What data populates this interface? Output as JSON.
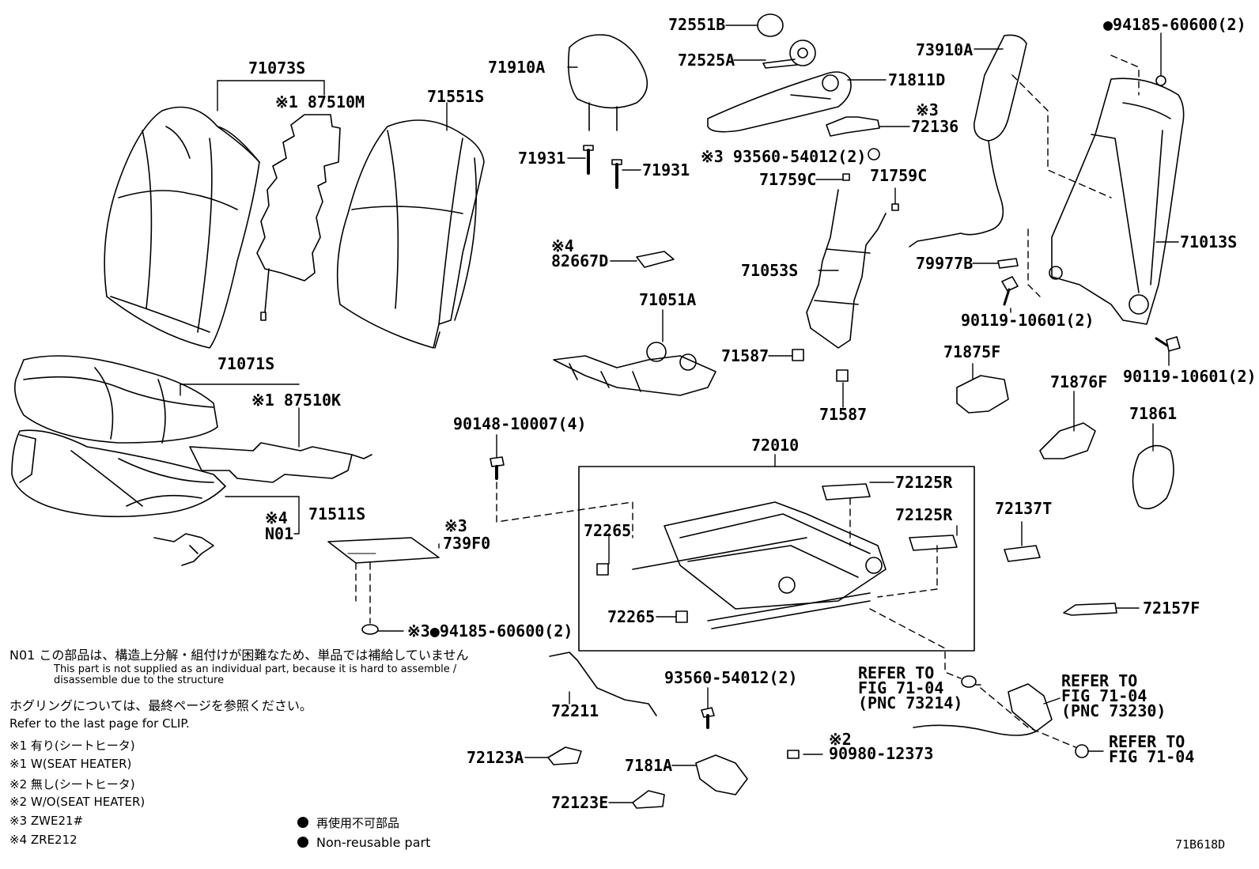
{
  "parts": [
    {
      "id": "p-71073S",
      "text": "71073S"
    },
    {
      "id": "p-87510M",
      "text": "※1 87510M"
    },
    {
      "id": "p-71551S",
      "text": "71551S"
    },
    {
      "id": "p-71910A",
      "text": "71910A"
    },
    {
      "id": "p-72551B",
      "text": "72551B"
    },
    {
      "id": "p-72525A",
      "text": "72525A"
    },
    {
      "id": "p-71811D",
      "text": "71811D"
    },
    {
      "id": "p-73910A",
      "text": "73910A"
    },
    {
      "id": "p-94185-top",
      "text": "●94185-60600(2)"
    },
    {
      "id": "p-71931-a",
      "text": "71931"
    },
    {
      "id": "p-71931-b",
      "text": "71931"
    },
    {
      "id": "p-72136-note",
      "text": "※3"
    },
    {
      "id": "p-72136",
      "text": "72136"
    },
    {
      "id": "p-93560-top",
      "text": "※3 93560-54012(2)"
    },
    {
      "id": "p-71759C-a",
      "text": "71759C"
    },
    {
      "id": "p-71759C-b",
      "text": "71759C"
    },
    {
      "id": "p-71013S",
      "text": "71013S"
    },
    {
      "id": "p-82667D-note",
      "text": "※4"
    },
    {
      "id": "p-82667D",
      "text": "82667D"
    },
    {
      "id": "p-71053S",
      "text": "71053S"
    },
    {
      "id": "p-79977B",
      "text": "79977B"
    },
    {
      "id": "p-71051A",
      "text": "71051A"
    },
    {
      "id": "p-90119-a",
      "text": "90119-10601(2)"
    },
    {
      "id": "p-71587-a",
      "text": "71587"
    },
    {
      "id": "p-71875F",
      "text": "71875F"
    },
    {
      "id": "p-90119-b",
      "text": "90119-10601(2)"
    },
    {
      "id": "p-71071S",
      "text": "71071S"
    },
    {
      "id": "p-87510K",
      "text": "※1 87510K"
    },
    {
      "id": "p-71587-b",
      "text": "71587"
    },
    {
      "id": "p-71876F",
      "text": "71876F"
    },
    {
      "id": "p-90148",
      "text": "90148-10007(4)"
    },
    {
      "id": "p-71861",
      "text": "71861"
    },
    {
      "id": "p-72010",
      "text": "72010"
    },
    {
      "id": "p-72125R-a",
      "text": "72125R"
    },
    {
      "id": "p-71511S",
      "text": "71511S"
    },
    {
      "id": "p-N01-note",
      "text": "※4"
    },
    {
      "id": "p-N01",
      "text": "N01"
    },
    {
      "id": "p-72137T",
      "text": "72137T"
    },
    {
      "id": "p-739F0-note",
      "text": "※3"
    },
    {
      "id": "p-739F0",
      "text": "739F0"
    },
    {
      "id": "p-72265-a",
      "text": "72265"
    },
    {
      "id": "p-72125R-b",
      "text": "72125R"
    },
    {
      "id": "p-72265-b",
      "text": "72265"
    },
    {
      "id": "p-72157F",
      "text": "72157F"
    },
    {
      "id": "p-94185-bottom",
      "text": "※3●94185-60600(2)"
    },
    {
      "id": "p-ref1-a",
      "text": "REFER TO"
    },
    {
      "id": "p-ref1-b",
      "text": "FIG 71-04"
    },
    {
      "id": "p-ref1-c",
      "text": "(PNC 73214)"
    },
    {
      "id": "p-ref2-a",
      "text": "REFER TO"
    },
    {
      "id": "p-ref2-b",
      "text": "FIG 71-04"
    },
    {
      "id": "p-ref2-c",
      "text": "(PNC 73230)"
    },
    {
      "id": "p-93560-bottom",
      "text": "93560-54012(2)"
    },
    {
      "id": "p-72211",
      "text": "72211"
    },
    {
      "id": "p-90980-note",
      "text": "※2"
    },
    {
      "id": "p-90980",
      "text": "90980-12373"
    },
    {
      "id": "p-ref3-a",
      "text": "REFER TO"
    },
    {
      "id": "p-ref3-b",
      "text": "FIG 71-04"
    },
    {
      "id": "p-72123A",
      "text": "72123A"
    },
    {
      "id": "p-7181A",
      "text": "7181A"
    },
    {
      "id": "p-72123E",
      "text": "72123E"
    }
  ],
  "notes": {
    "n01_jp": "N01 この部品は、構造上分解・組付けが困難なため、単品では補給していません",
    "n01_en_1": "This part is not supplied as an individual part, because it is hard to assemble /",
    "n01_en_2": "disassemble due to the structure",
    "clip_jp": "ホグリングについては、最終ページを参照ください。",
    "clip_en": "Refer to the last page for CLIP.",
    "k1_jp": "※1 有り(シートヒータ)",
    "k1_en": "※1 W(SEAT HEATER)",
    "k2_jp": "※2 無し(シートヒータ)",
    "k2_en": "※2 W/O(SEAT HEATER)",
    "k3": "※3 ZWE21#",
    "k4": "※4 ZRE212",
    "legend_jp": "再使用不可部品",
    "legend_en": "Non-reusable part"
  },
  "figure_code": "71B618D"
}
